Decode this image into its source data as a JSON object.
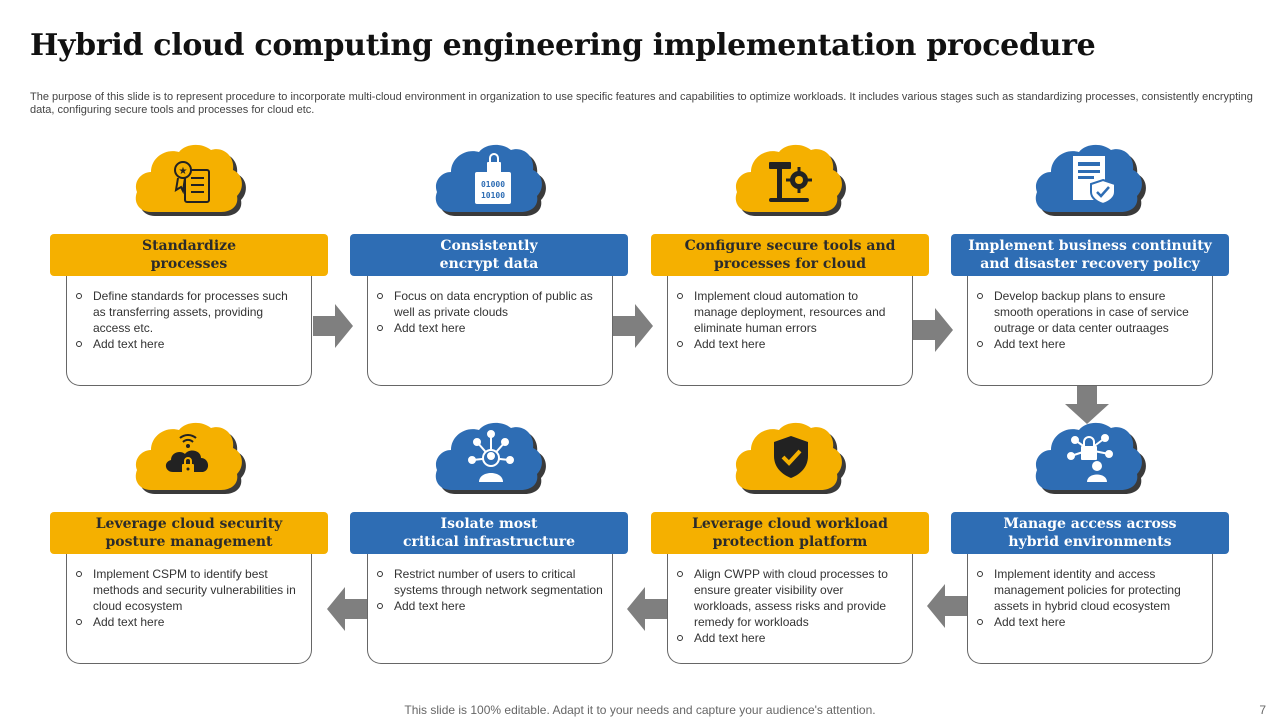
{
  "slide": {
    "title": "Hybrid cloud computing engineering implementation procedure",
    "subtitle": "The purpose of this slide is to represent procedure to incorporate multi-cloud environment in organization to use specific features and capabilities to optimize workloads. It includes various stages such as standardizing processes, consistently encrypting data, configuring secure tools and processes for cloud etc.",
    "footer": "This slide is 100% editable. Adapt it to your needs and capture your audience's attention.",
    "page_number": "7"
  },
  "colors": {
    "yellow": "#F5B000",
    "blue": "#2E6DB4",
    "arrow": "#7F7F7F"
  },
  "steps": [
    {
      "title_line1": "Standardize",
      "title_line2": "processes",
      "color": "yellow",
      "icon": "checklist-certificate-icon",
      "bullets": [
        "Define standards for processes such as transferring assets, providing access etc.",
        "Add text here"
      ]
    },
    {
      "title_line1": "Consistently",
      "title_line2": "encrypt data",
      "color": "blue",
      "icon": "binary-lock-icon",
      "icon_text_1": "01000",
      "icon_text_2": "10100",
      "bullets": [
        "Focus on data encryption  of public as well as private clouds",
        "Add text here"
      ]
    },
    {
      "title_line1": "Configure secure tools and",
      "title_line2": "processes for cloud",
      "color": "yellow",
      "icon": "tools-gear-icon",
      "bullets": [
        "Implement cloud automation to manage deployment, resources and eliminate human errors",
        "Add text here"
      ]
    },
    {
      "title_line1": "Implement business continuity",
      "title_line2": "and disaster recovery policy",
      "color": "blue",
      "icon": "document-shield-icon",
      "bullets": [
        "Develop backup plans to ensure smooth operations in case of service outrage or data center outraages",
        "Add text here"
      ]
    },
    {
      "title_line1": "Manage access across",
      "title_line2": "hybrid environments",
      "color": "blue",
      "icon": "user-lock-network-icon",
      "bullets": [
        "Implement identity and access management policies for protecting assets in hybrid cloud ecosystem",
        "Add text here"
      ]
    },
    {
      "title_line1": "Leverage cloud workload",
      "title_line2": "protection platform",
      "color": "yellow",
      "icon": "shield-check-icon",
      "bullets": [
        "Align CWPP with cloud processes to ensure greater visibility over workloads, assess risks and provide  remedy for workloads",
        "Add text here"
      ]
    },
    {
      "title_line1": "Isolate most",
      "title_line2": "critical infrastructure",
      "color": "blue",
      "icon": "network-user-icon",
      "bullets": [
        "Restrict number of users to critical systems through network segmentation",
        "Add text here"
      ]
    },
    {
      "title_line1": "Leverage cloud security",
      "title_line2": "posture management",
      "color": "yellow",
      "icon": "cloud-lock-wifi-icon",
      "bullets": [
        "Implement CSPM to identify best methods and security vulnerabilities in cloud ecosystem",
        "Add text here"
      ]
    }
  ]
}
